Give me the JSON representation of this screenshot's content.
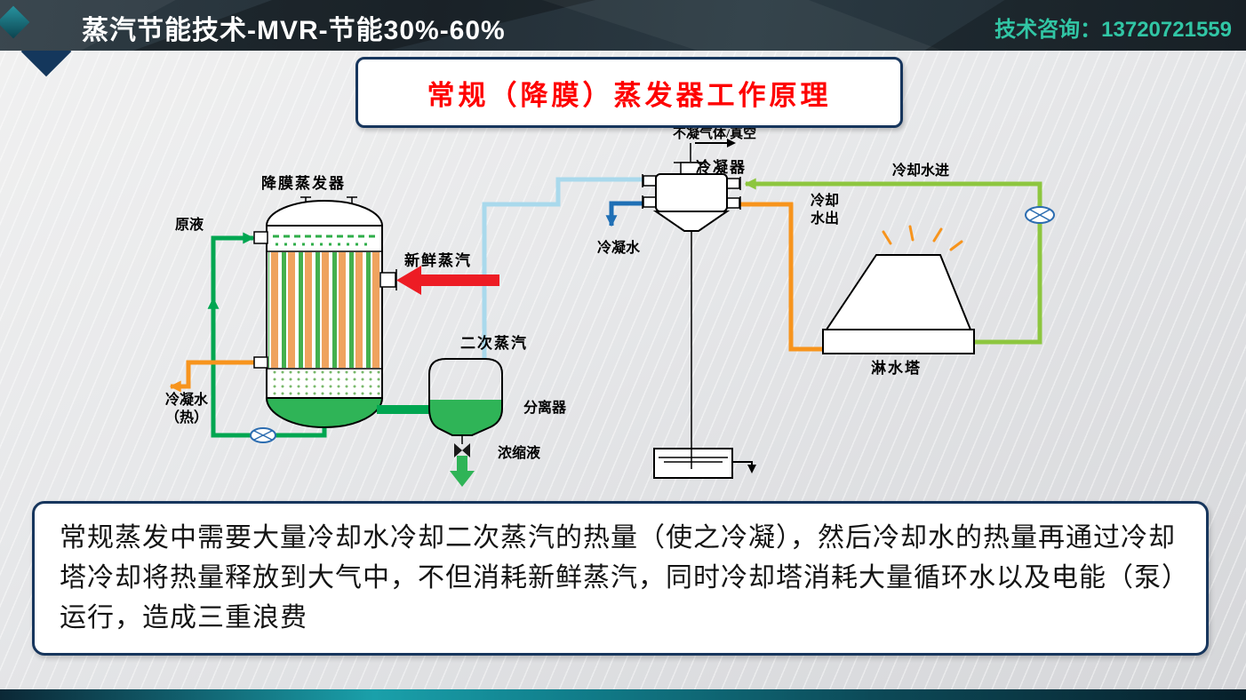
{
  "theme": {
    "green": "#00a651",
    "fill_green": "#2fb457",
    "light_green": "#8dc63f",
    "orange": "#f7941d",
    "steam_red": "#ed1c24",
    "cyan": "#a9d9ec",
    "blue": "#1f6fb5",
    "title_red": "#fe0000",
    "border_navy": "#17365d",
    "contact_teal": "#31c6a5",
    "company_green": "#00b050",
    "header_dark": "#263239"
  },
  "header": {
    "title": "蒸汽节能技术-MVR-节能30%-60%",
    "contact": "技术咨询：13720721559"
  },
  "title_box": {
    "text": "常规（降膜）蒸发器工作原理"
  },
  "diagram": {
    "labels": {
      "evaporator": "降膜蒸发器",
      "raw_liquid": "原液",
      "fresh_steam": "新鲜蒸汽",
      "condensate_hot": "冷凝水\n（热）",
      "secondary_steam": "二次蒸汽",
      "separator": "分离器",
      "concentrate": "浓缩液",
      "condenser": "冷凝器",
      "non_condensable": "不凝气体/真空",
      "condensate": "冷凝水",
      "cooling_water_out": "冷却\n水出",
      "cooling_water_in": "冷却水进",
      "spray_tower": "淋水塔"
    }
  },
  "description": {
    "text": "常规蒸发中需要大量冷却水冷却二次蒸汽的热量（使之冷凝），然后冷却水的热量再通过冷却塔冷却将热量释放到大气中，不但消耗新鲜蒸汽，同时冷却塔消耗大量循环水以及电能（泵）运行，造成三重浪费"
  }
}
